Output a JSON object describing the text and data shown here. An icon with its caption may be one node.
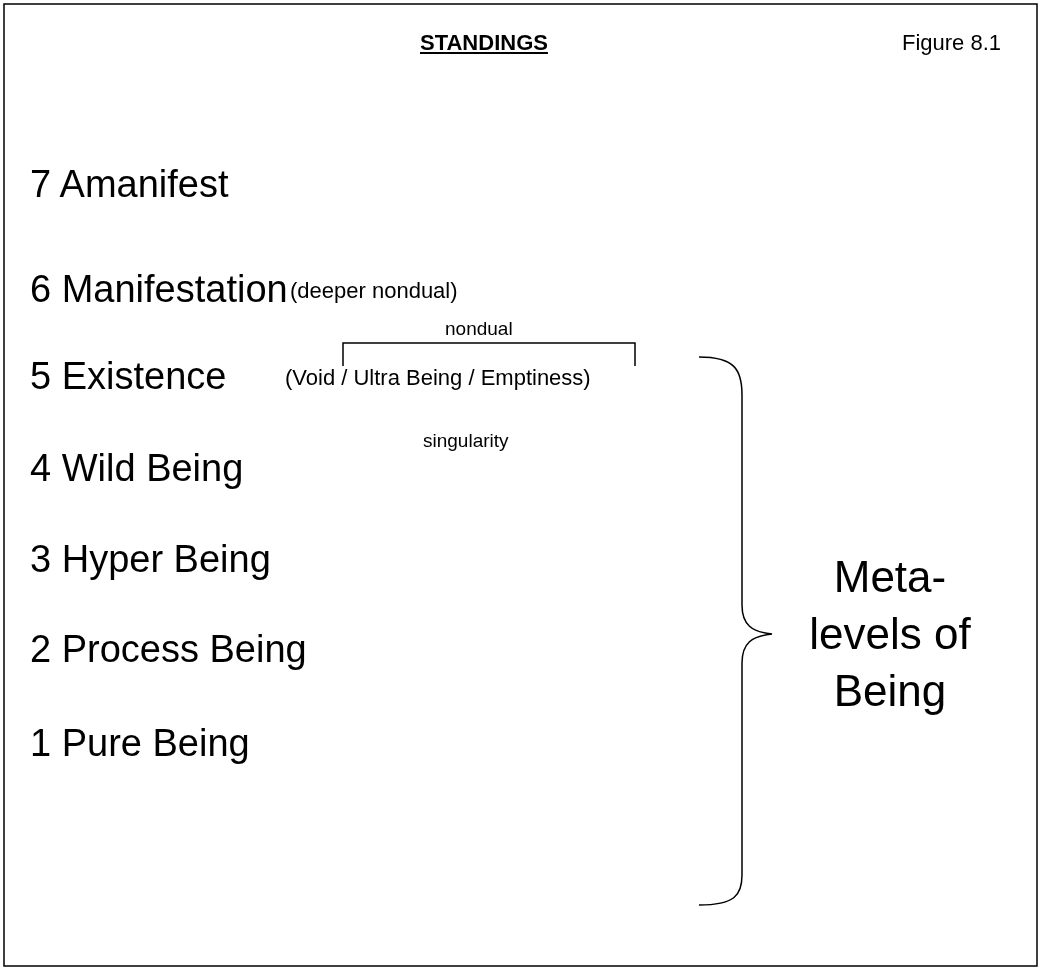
{
  "diagram": {
    "title": "STANDINGS",
    "labels": [
      "Figure 8.1",
      "7 Amanifest",
      "6 Manifestation",
      "(deeper nondual)",
      "nondual",
      "5 Existence",
      "(Void / Ultra Being / Emptiness)",
      "singularity",
      "4 Wild Being",
      "3 Hyper Being",
      "2 Process Being",
      "1 Pure Being",
      "Meta- levels of Being"
    ]
  }
}
